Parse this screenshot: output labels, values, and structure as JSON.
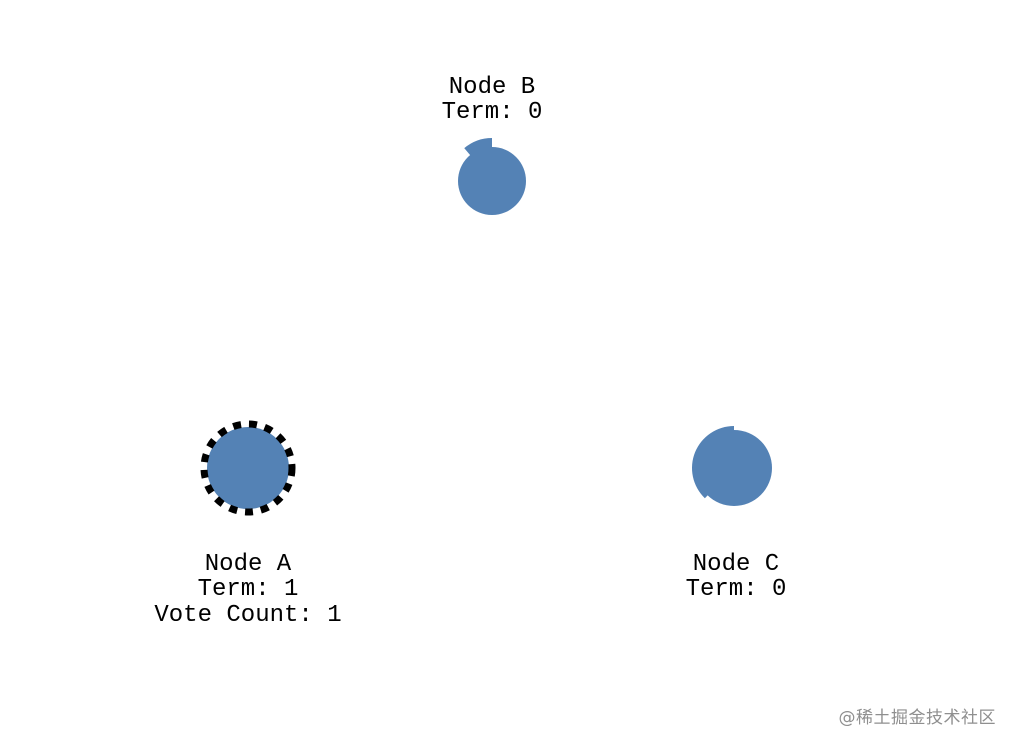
{
  "colors": {
    "node_fill": "#5482b5",
    "candidate_border": "#000000",
    "text": "#000000",
    "watermark": "#8f8f8f"
  },
  "nodes": [
    {
      "id": "A",
      "name": "Node A",
      "term": "Term: 1",
      "vote_count": "Vote Count: 1",
      "role": "candidate",
      "timeout_remaining": 1.0
    },
    {
      "id": "B",
      "name": "Node B",
      "term": "Term: 0",
      "role": "follower",
      "timeout_remaining": 0.93
    },
    {
      "id": "C",
      "name": "Node C",
      "term": "Term: 0",
      "role": "follower",
      "timeout_remaining": 0.9
    }
  ],
  "watermark": "@稀土掘金技术社区"
}
